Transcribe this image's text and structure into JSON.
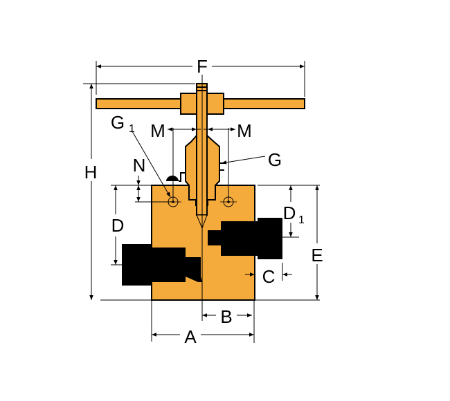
{
  "colors": {
    "body": "#f5aa3c",
    "ports": "#000000",
    "lines": "#000000",
    "background": "#ffffff"
  },
  "labels": {
    "F": "F",
    "H": "H",
    "M_left": "M",
    "M_right": "M",
    "G": "G",
    "G1": "G",
    "G1_sub": "1",
    "N": "N",
    "D": "D",
    "D1": "D",
    "D1_sub": "1",
    "E": "E",
    "C": "C",
    "B": "B",
    "A": "A"
  }
}
